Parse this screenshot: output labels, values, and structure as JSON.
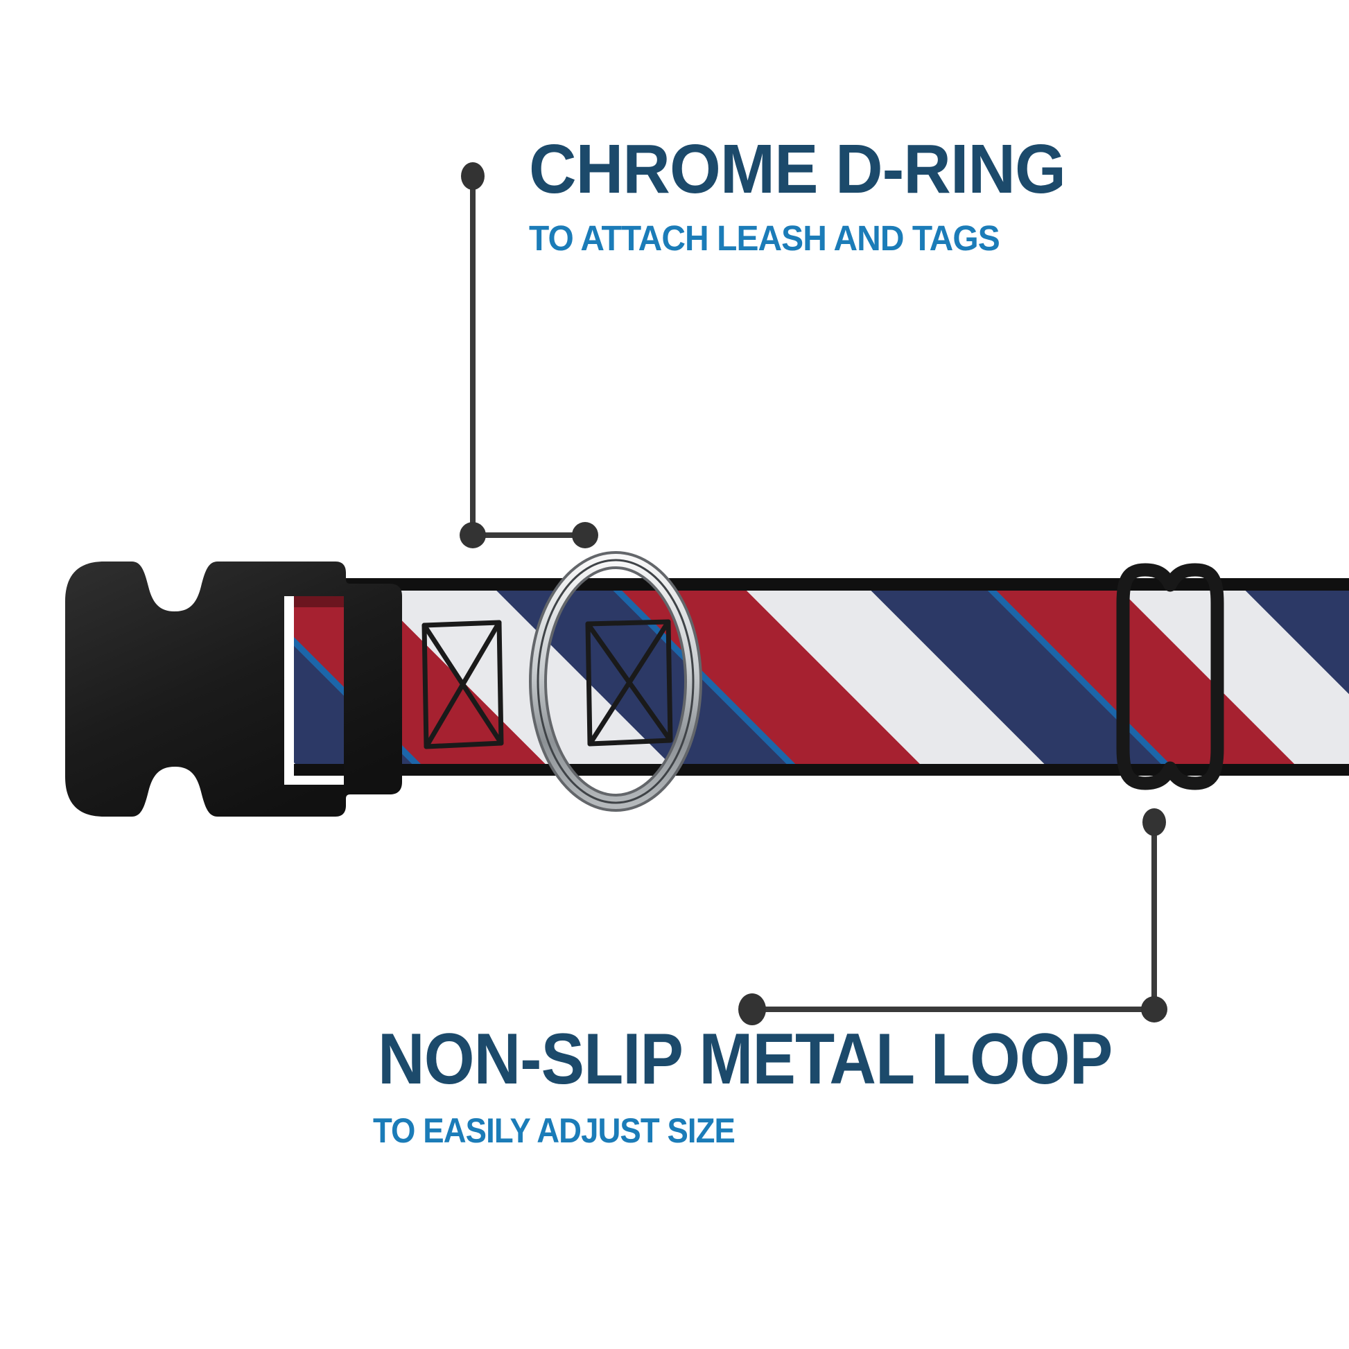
{
  "callouts": {
    "top": {
      "title": "CHROME D-RING",
      "subtitle": "TO ATTACH LEASH AND TAGS"
    },
    "bottom": {
      "title": "NON-SLIP METAL LOOP",
      "subtitle": "TO EASILY ADJUST SIZE"
    }
  },
  "colors": {
    "title_navy": "#1c4a6b",
    "subtitle_blue": "#1b7cb8",
    "callout_line": "#3a3a3a",
    "callout_dot": "#333333",
    "webbing_white": "#f2f3f6",
    "webbing_navy": "#2e3c6b",
    "webbing_red": "#ad2332",
    "webbing_lightblue": "#1e6bb0",
    "webbing_edge": "#101010",
    "buckle_black": "#1e1e1e",
    "loop_black": "#181818",
    "stitch_black": "#1a1a1a",
    "ring_dark": "#63666a"
  }
}
